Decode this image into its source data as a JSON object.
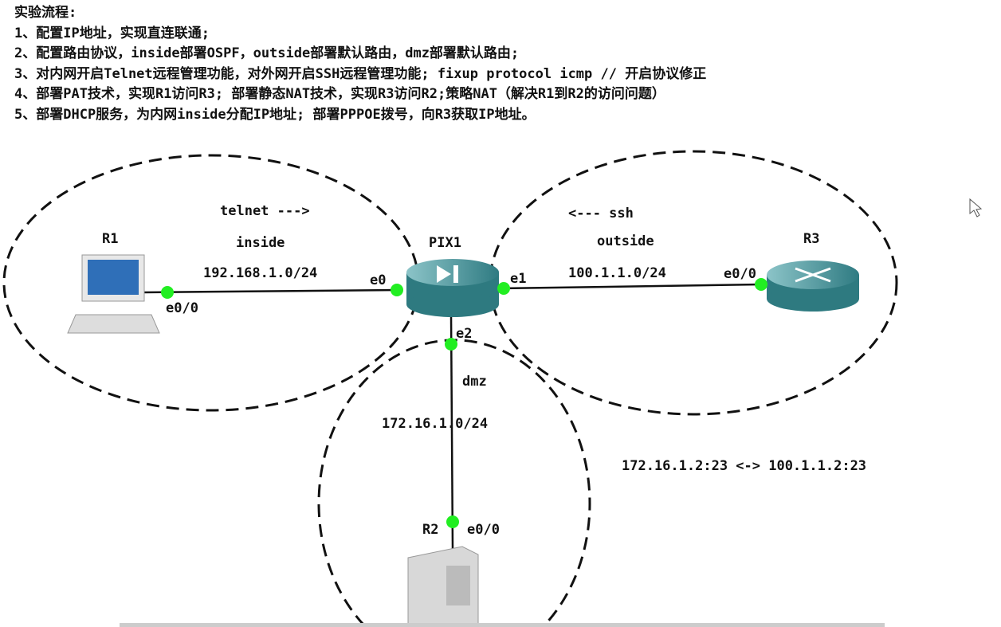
{
  "steps": {
    "title": "实验流程:",
    "items": [
      "1、配置IP地址，实现直连联通;",
      "2、配置路由协议，inside部署OSPF，outside部署默认路由，dmz部署默认路由;",
      "3、对内网开启Telnet远程管理功能，对外网开启SSH远程管理功能; fixup protocol icmp // 开启协议修正",
      "4、部署PAT技术，实现R1访问R3; 部署静态NAT技术，实现R3访问R2;策略NAT（解决R1到R2的访问问题）",
      "5、部署DHCP服务，为内网inside分配IP地址; 部署PPPOE拨号，向R3获取IP地址。"
    ]
  },
  "diagram": {
    "pix": "PIX1",
    "r1": "R1",
    "r2": "R2",
    "r3": "R3",
    "telnet": "telnet --->",
    "ssh": "<--- ssh",
    "inside": "inside",
    "outside": "outside",
    "dmz": "dmz",
    "net_inside": "192.168.1.0/24",
    "net_outside": "100.1.1.0/24",
    "net_dmz": "172.16.1.0/24",
    "e0": "e0",
    "e1": "e1",
    "e2": "e2",
    "r1_if": "e0/0",
    "r2_if": "e0/0",
    "r3_if": "e0/0",
    "nat": "172.16.1.2:23 <-> 100.1.1.2:23",
    "colors": {
      "port": "#22ee22",
      "device": "#3a8c92"
    }
  }
}
